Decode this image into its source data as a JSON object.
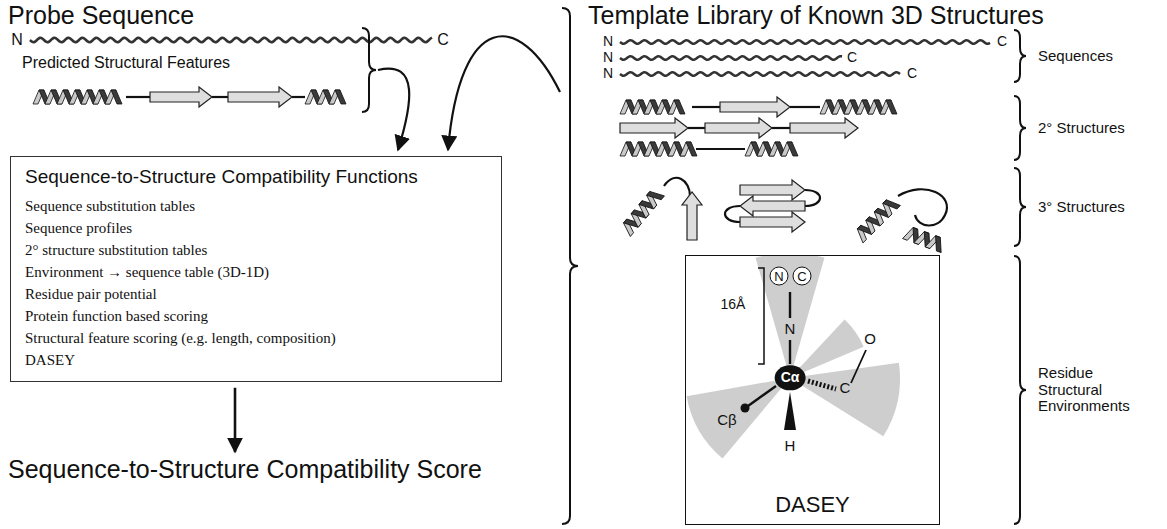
{
  "diagram": {
    "nodes": [
      {
        "text": [
          "Sequence-to-Structure Compatibility Functions",
          "Sequence substitution tables",
          "Sequence profiles",
          "2° structure substitution tables",
          "Environment → sequence table (3D-1D)",
          "Residue pair potential",
          "Protein function based scoring",
          "Structural feature scoring (e.g. length, composition)",
          "DASEY"
        ]
      },
      {
        "text": [
          "DASEY"
        ]
      }
    ],
    "labels": [
      "Probe Sequence",
      "N",
      "C",
      "Predicted Structural Features",
      "Template Library of Known 3D Structures",
      "N",
      "C",
      "N",
      "C",
      "N",
      "C",
      "Sequences",
      "2° Structures",
      "3° Structures",
      "Residue Structural Environments",
      "N",
      "C",
      "16Å",
      "N",
      "C",
      "O",
      "Cα",
      "Cβ",
      "H",
      "Sequence-to-Structure Compatibility Score"
    ]
  }
}
